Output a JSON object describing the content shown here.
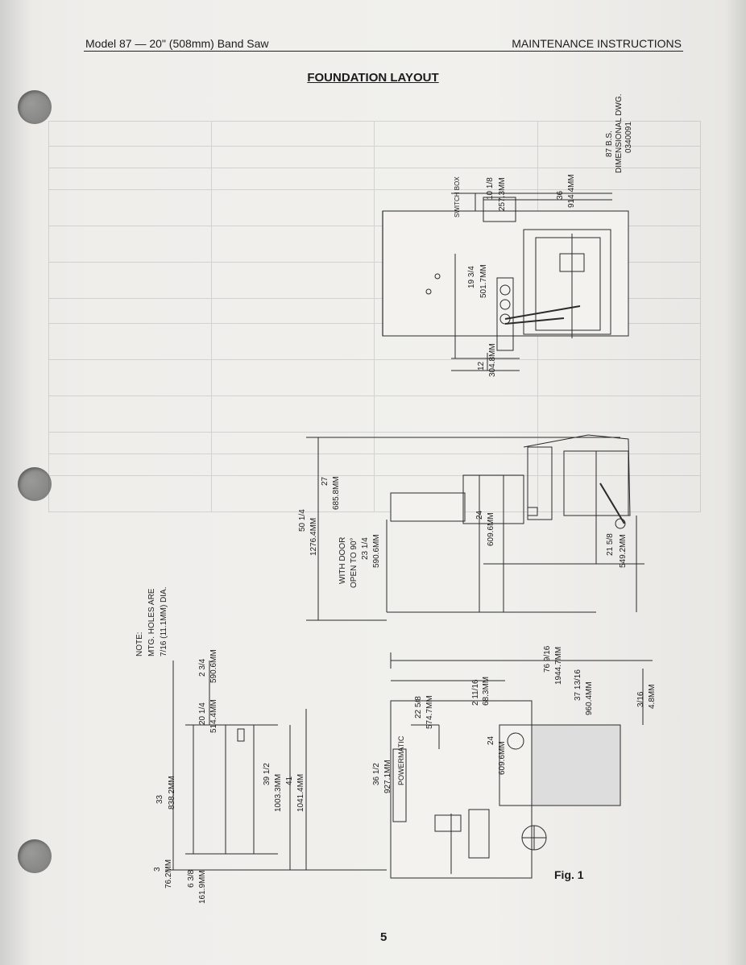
{
  "header": {
    "left": "Model 87 — 20\" (508mm) Band Saw",
    "right": "MAINTENANCE INSTRUCTIONS"
  },
  "title": "FOUNDATION LAYOUT",
  "figure_label": "Fig. 1",
  "page_number": "5",
  "drawing_ref": [
    "87 B.S.",
    "DIMENSIONAL DWG.",
    "0340091"
  ],
  "note": [
    "NOTE:",
    "MTG. HOLES ARE",
    "7/16 (11.1MM) DIA."
  ],
  "switch_box_label": "SWITCH BOX",
  "brand_label": "POWERMATIC",
  "door_note": [
    "WITH DOOR",
    "OPEN TO 90°"
  ],
  "dimensions": {
    "top_36": "36",
    "top_914": "914.4MM",
    "top_10": "10 1/8",
    "top_257": "257.3MM",
    "top_19": "19 3/4",
    "top_501": "501.7MM",
    "top_12": "12",
    "top_304": "304.8MM",
    "mid_50": "50 1/4",
    "mid_1276": "1276.4MM",
    "mid_27": "27",
    "mid_685": "685.8MM",
    "mid_24": "24",
    "mid_609": "609.6MM",
    "mid_23": "23 1/4",
    "mid_590": "590.6MM",
    "mid_21": "21 5/8",
    "mid_549": "549.2MM",
    "bot_76": "76 9/16",
    "bot_1944": "1944.7MM",
    "bot_37": "37 13/16",
    "bot_960": "960.4MM",
    "bot_3": "3/16",
    "bot_48": "4.8MM",
    "bot_2": "2 11/16",
    "bot_68": "68.3MM",
    "bot_22": "22 5/8",
    "bot_574": "574.7MM",
    "bot_24": "24",
    "bot_609": "609.6MM",
    "bot_36": "36 1/2",
    "bot_927": "927.1MM",
    "bot_2a": "2 3/4",
    "bot_590b": "590.6MM",
    "bot_20": "20 1/4",
    "bot_514": "514.4MM",
    "bot_33": "33",
    "bot_838": "838.2MM",
    "bot_39": "39 1/2",
    "bot_1003": "1003.3MM",
    "bot_41": "41",
    "bot_1041": "1041.4MM",
    "bot_3in": "3",
    "bot_76mm": "76.2MM",
    "bot_6": "6 3/8",
    "bot_161": "161.9MM"
  }
}
